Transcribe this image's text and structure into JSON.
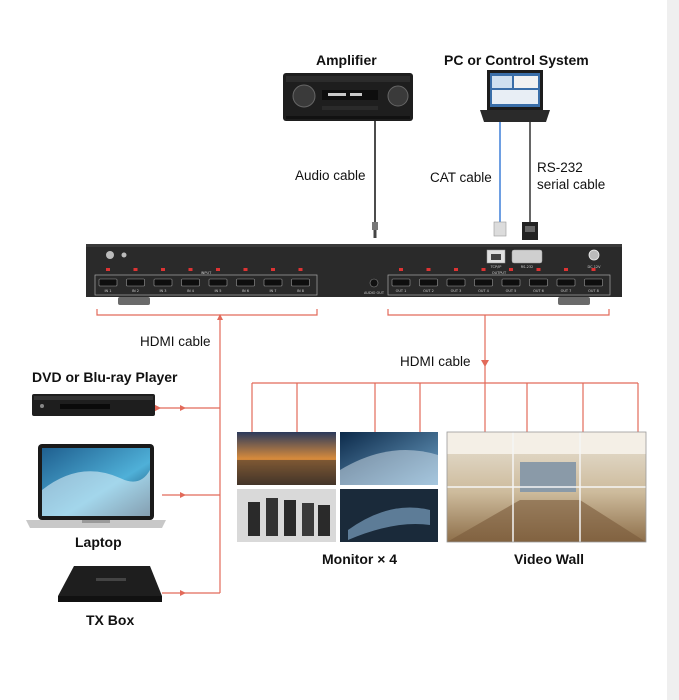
{
  "devices": {
    "amplifier": "Amplifier",
    "pc": "PC or Control System",
    "dvd": "DVD or Blu-ray Player",
    "laptop": "Laptop",
    "txbox": "TX Box",
    "monitors": "Monitor × 4",
    "videowall": "Video Wall"
  },
  "cables": {
    "audio": "Audio cable",
    "cat": "CAT cable",
    "rs232_line1": "RS-232",
    "rs232_line2": "serial cable",
    "hdmi_in": "HDMI cable",
    "hdmi_out": "HDMI cable"
  },
  "panel": {
    "input": "INPUT",
    "output": "OUTPUT",
    "audio_out": "AUDIO OUT",
    "tcp_ip": "TCP/IP",
    "rs232": "RS-232",
    "dc": "DC 12V",
    "in_ports": [
      "IN 1",
      "IN 2",
      "IN 3",
      "IN 4",
      "IN 5",
      "IN 6",
      "IN 7",
      "IN 8"
    ],
    "out_ports": [
      "OUT 1",
      "OUT 2",
      "OUT 3",
      "OUT 4",
      "OUT 5",
      "OUT 6",
      "OUT 7",
      "OUT 8"
    ]
  },
  "colors": {
    "cable_red": "#e26a5a",
    "device_dark": "#1e1e1e",
    "panel_dark": "#2a2a2a",
    "cat_blue": "#3d7fd9"
  }
}
